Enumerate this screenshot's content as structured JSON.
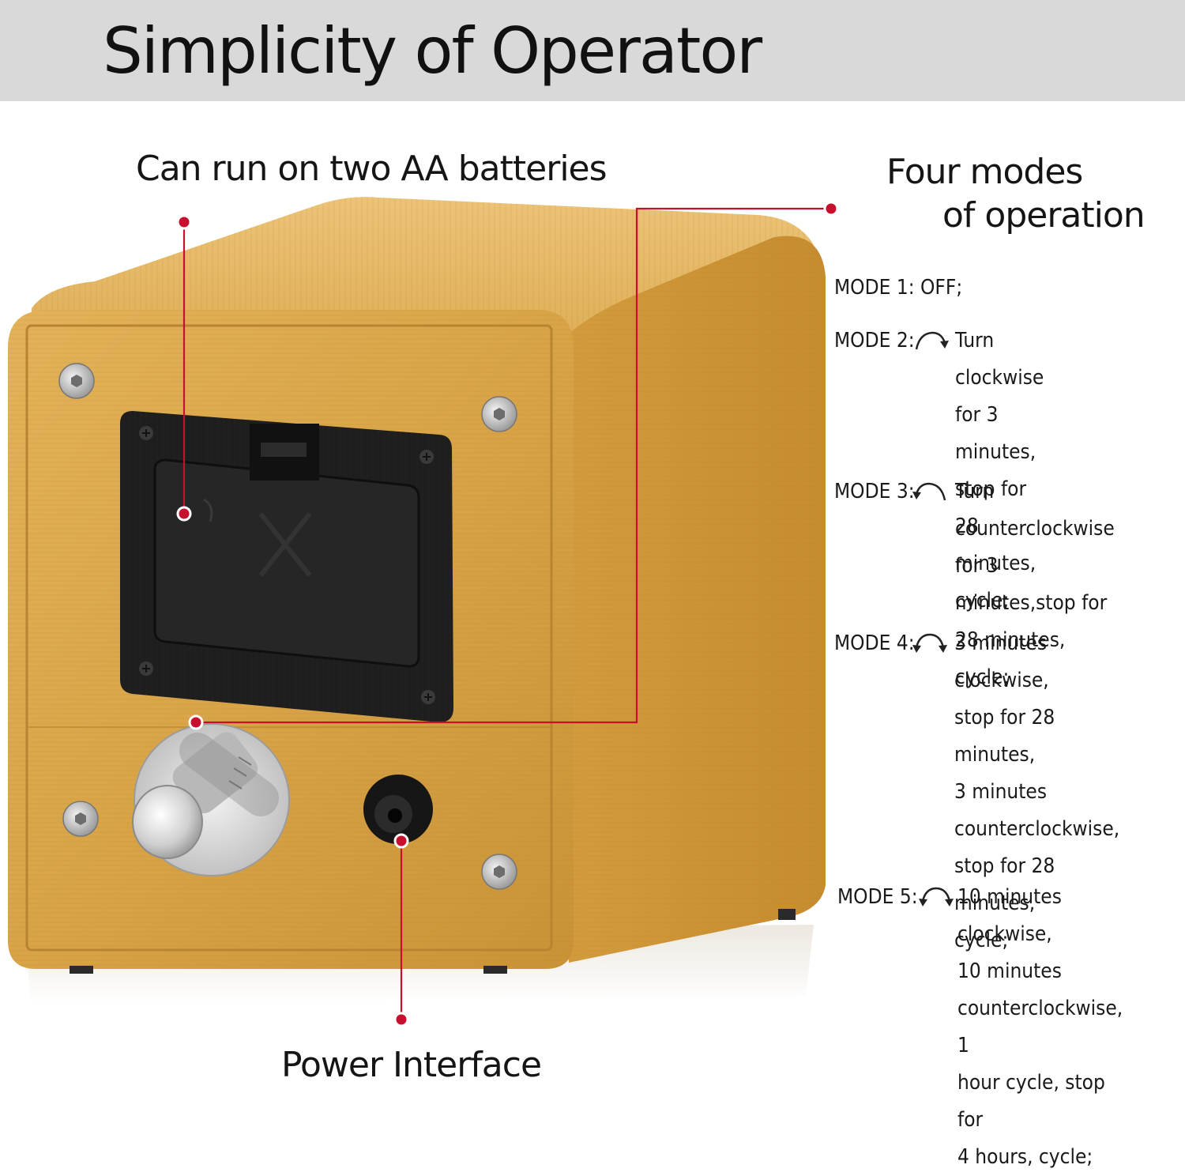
{
  "header": {
    "title": "Simplicity of Operator"
  },
  "callouts": {
    "batteries": "Can run on two AA batteries",
    "modes_line1": "Four modes",
    "modes_line2": "of operation",
    "power": "Power Interface"
  },
  "modes": [
    {
      "label": "MODE 1: OFF;",
      "icon": "none",
      "description": ""
    },
    {
      "label": "MODE 2:",
      "icon": "clockwise-arrow-icon",
      "description": "Turn clockwise for 3\nminutes, stop for 28\nminutes, cycle;"
    },
    {
      "label": "MODE 3:",
      "icon": "counterclockwise-arrow-icon",
      "description": "Turn counterclockwise\nfor 3 minutes,stop for\n28 minutes, cycle;"
    },
    {
      "label": "MODE 4:",
      "icon": "bidirectional-arrow-icon",
      "description": "3 minutes clockwise,\nstop for 28 minutes,\n3 minutes\ncounterclockwise,\nstop for 28 minutes,\n cycle;"
    },
    {
      "label": "MODE 5:",
      "icon": "bidirectional-arrow-icon",
      "description": "10 minutes clockwise,\n10 minutes\ncounterclockwise, 1\nhour cycle, stop for\n4 hours, cycle;"
    }
  ],
  "colors": {
    "header_bg": "#d9d9d9",
    "accent_red": "#c8102e",
    "bamboo": "#d9a441",
    "panel_black": "#1c1c1c"
  }
}
